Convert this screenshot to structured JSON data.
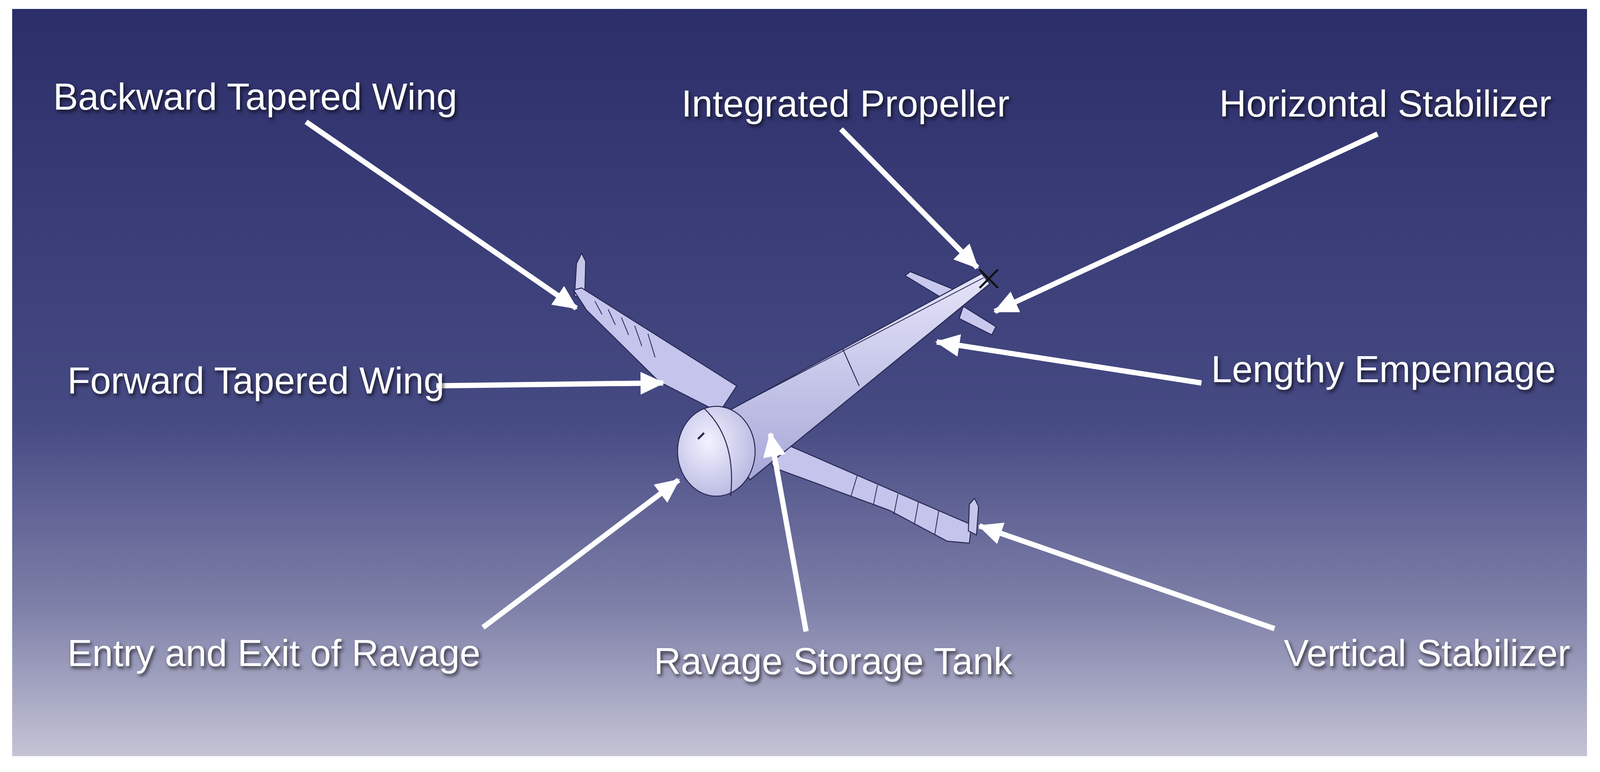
{
  "diagram": {
    "labels": [
      "Backward Tapered Wing",
      "Integrated Propeller",
      "Horizontal Stabilizer",
      "Forward Tapered Wing",
      "Lengthy Empennage",
      "Entry and Exit of Ravage",
      "Ravage Storage Tank",
      "Vertical Stabilizer"
    ]
  }
}
